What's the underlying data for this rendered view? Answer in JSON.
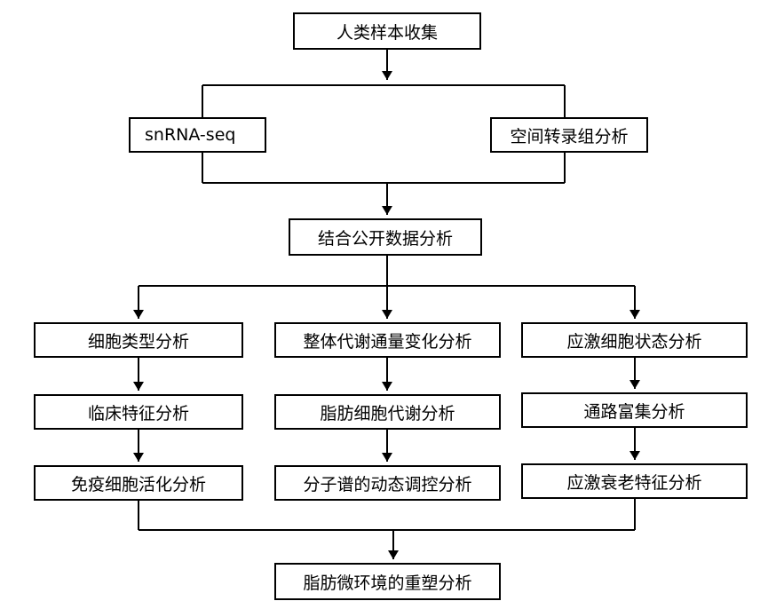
{
  "flowchart": {
    "sample_collection": "人类样本收集",
    "snrna_seq": "snRNA-seq",
    "spatial_transcriptomics": "空间转录组分析",
    "public_data_integration": "结合公开数据分析",
    "branch_left": {
      "cell_type": "细胞类型分析",
      "clinical_features": "临床特征分析",
      "immune_activation": "免疫细胞活化分析"
    },
    "branch_middle": {
      "metabolic_flux": "整体代谢通量变化分析",
      "adipocyte_metabolism": "脂肪细胞代谢分析",
      "molecular_dynamics": "分子谱的动态调控分析"
    },
    "branch_right": {
      "stress_state": "应激细胞状态分析",
      "pathway_enrichment": "通路富集分析",
      "senescence_features": "应激衰老特征分析"
    },
    "final_outcome": "脂肪微环境的重塑分析"
  },
  "colors": {
    "line": "#000000",
    "box_border": "#000000",
    "box_fill": "#ffffff",
    "text": "#000000"
  }
}
